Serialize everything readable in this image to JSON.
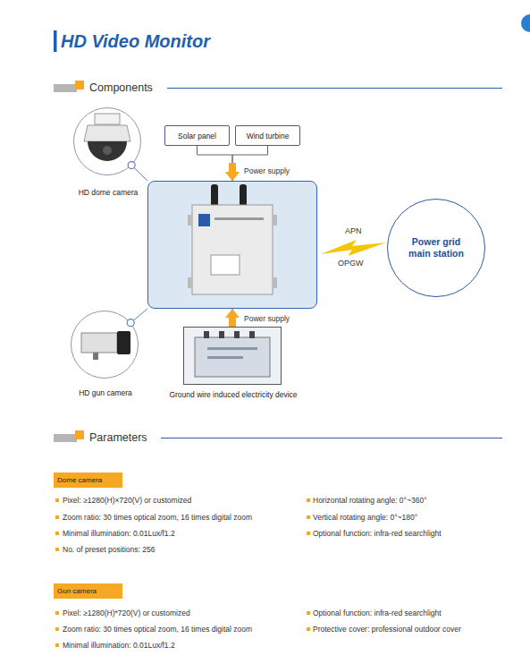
{
  "diagram": {
    "title": "HD Video Monitor",
    "nodes": [
      {
        "text": [
          "HD dome camera"
        ]
      },
      {
        "text": [
          "Solar panel"
        ]
      },
      {
        "text": [
          "Wind turbine"
        ]
      },
      {
        "text": []
      },
      {
        "text": [
          "Power grid main station"
        ]
      },
      {
        "text": [
          "HD gun camera"
        ]
      },
      {
        "text": [
          "Ground wire induced electricity device"
        ]
      },
      {
        "text": [
          "Dome camera"
        ]
      },
      {
        "text": [
          "Gun camera"
        ]
      }
    ],
    "edges": [
      {
        "from": 1,
        "to": 3,
        "arrow": "to",
        "label": "Power supply"
      },
      {
        "from": 2,
        "to": 3,
        "arrow": "to"
      },
      {
        "from": 6,
        "to": 3,
        "arrow": "to",
        "label": "Power supply"
      },
      {
        "from": 3,
        "to": 4,
        "arrow": "none",
        "label": "APN"
      },
      {
        "from": 0,
        "to": 3,
        "arrow": "none"
      },
      {
        "from": 5,
        "to": 3,
        "arrow": "none"
      }
    ],
    "labels": [
      "Components",
      "OPGW",
      "Parameters",
      "Pixel: ≥1280(H)×720(V) or customized",
      "Horizontal rotating angle: 0°~360°",
      "Zoom ratio: 30 times optical zoom, 16 times digital zoom",
      "Vertical rotating angle: 0°~180°",
      "Minimal illumination: 0.01Lux/f1.2",
      "Optional function: infra-red searchlight",
      "No. of preset positions: 256",
      "Pixel: ≥1280(H)*720(V) or customized",
      "Optional function: infra-red searchlight",
      "Zoom ratio: 30 times optical zoom, 16 times digital zoom",
      "Protective cover: professional outdoor cover",
      "Minimal illumination: 0.01Lux/f1.2"
    ]
  }
}
